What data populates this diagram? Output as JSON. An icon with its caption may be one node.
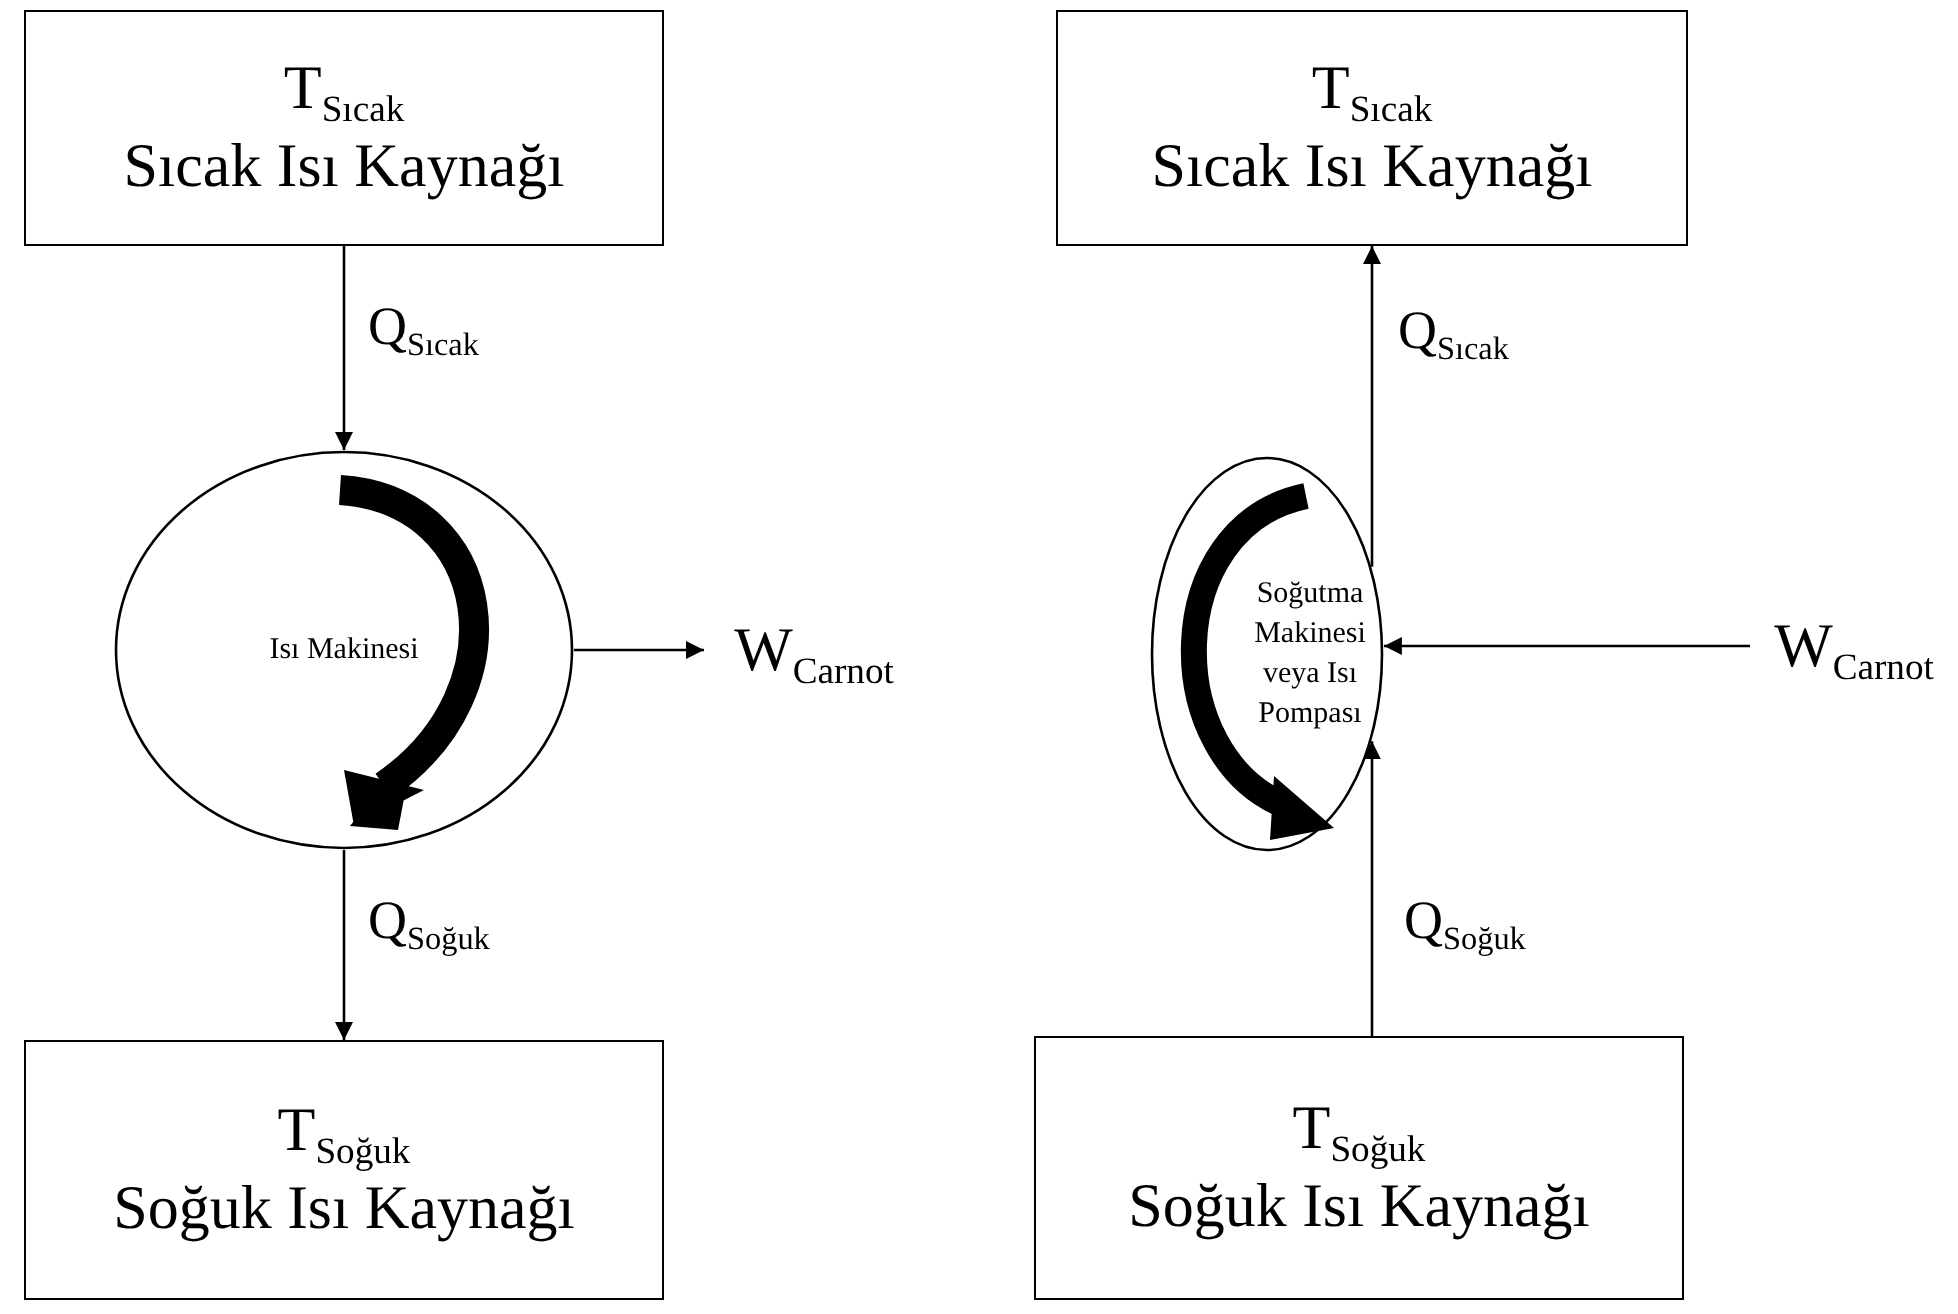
{
  "diagram": {
    "nodes": [
      {
        "text": [
          "T$_{Sıcak}$",
          "Sıcak Isı Kaynağı"
        ]
      },
      {
        "text": [
          "Isı Makinesi"
        ]
      },
      {
        "text": [
          "T$_{Soğuk}$",
          "Soğuk Isı Kaynağı"
        ]
      },
      {
        "text": [
          "W$_{Carnot}$"
        ]
      },
      {
        "text": [
          "T$_{Sıcak}$",
          "Sıcak Isı Kaynağı"
        ]
      },
      {
        "text": [
          "Soğutma Makinesi veya Isı Pompası"
        ]
      },
      {
        "text": [
          "T$_{Soğuk}$",
          "Soğuk Isı Kaynağı"
        ]
      },
      {
        "text": [
          "W$_{Carnot}$"
        ]
      }
    ],
    "edges": [
      {
        "from": 0,
        "to": 1,
        "arrow": "to",
        "label": "Q$_{Sıcak}$"
      },
      {
        "from": 1,
        "to": 2,
        "arrow": "to",
        "label": "Q$_{Soğuk}$"
      },
      {
        "from": 1,
        "to": 3,
        "arrow": "to"
      },
      {
        "from": 5,
        "to": 4,
        "arrow": "to",
        "label": "Q$_{Sıcak}$"
      },
      {
        "from": 6,
        "to": 5,
        "arrow": "to",
        "label": "Q$_{Soğuk}$"
      },
      {
        "from": 7,
        "to": 5,
        "arrow": "to"
      }
    ]
  }
}
